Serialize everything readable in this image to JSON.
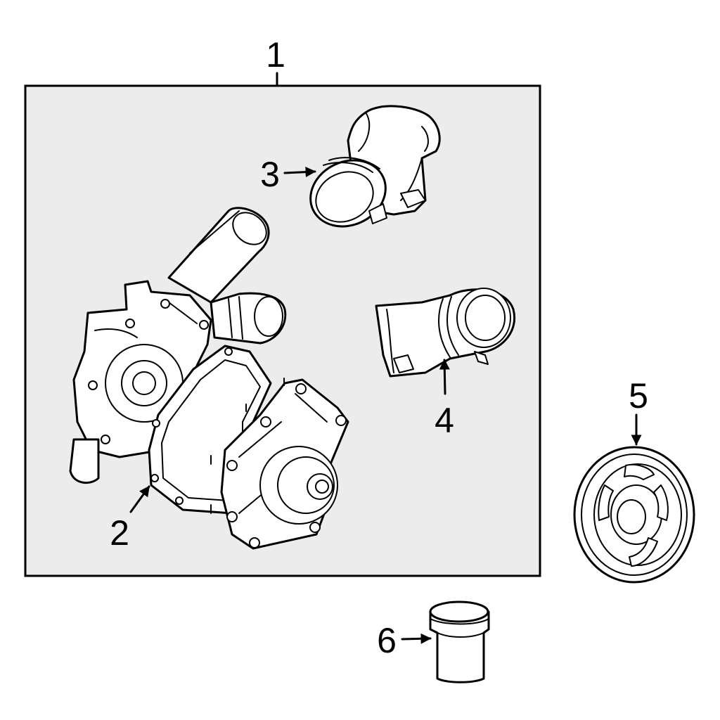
{
  "callouts": [
    {
      "id": "1"
    },
    {
      "id": "2"
    },
    {
      "id": "3"
    },
    {
      "id": "4"
    },
    {
      "id": "5"
    },
    {
      "id": "6"
    }
  ]
}
